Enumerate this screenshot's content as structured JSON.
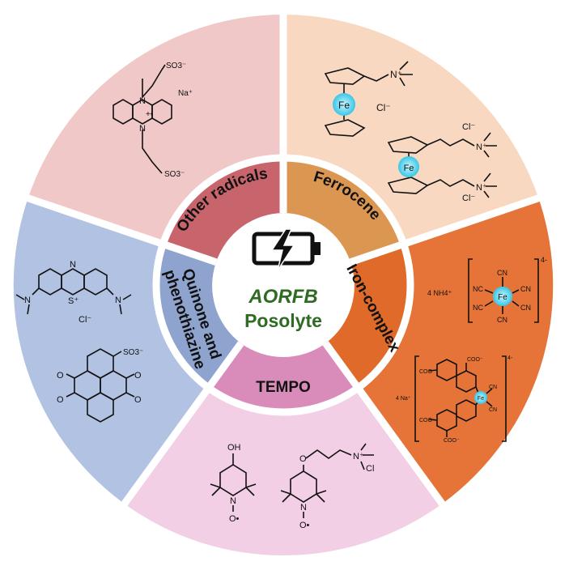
{
  "center": {
    "title": "AORFB",
    "subtitle": "Posolyte",
    "title_color": "#2f6b22",
    "subtitle_color": "#2f6b22",
    "icon": "battery-bolt-icon"
  },
  "categories": [
    {
      "id": "other-radicals",
      "label": "Other radicals",
      "inner_color": "#c8646c",
      "outer_color": "#f0c8c8"
    },
    {
      "id": "ferrocene",
      "label": "Ferrocene",
      "inner_color": "#db9752",
      "outer_color": "#f8d8c0"
    },
    {
      "id": "iron-complex",
      "label": "Iron-complex",
      "inner_color": "#e06a2a",
      "outer_color": "#e67438"
    },
    {
      "id": "tempo",
      "label": "TEMPO",
      "inner_color": "#d98cba",
      "outer_color": "#f2cfe4"
    },
    {
      "id": "quinone-phenothiazine",
      "label_line1": "Quinone and",
      "label_line2": "phenothiazine",
      "inner_color": "#8ea4cf",
      "outer_color": "#b2c2e2"
    }
  ],
  "molecules": {
    "radical": {
      "sulfonate_top": "SO3⁻",
      "sulfonate_bottom": "SO3⁻",
      "counterion": "Na⁺",
      "n_top": "N",
      "n_bottom": "N",
      "charge": "+•"
    },
    "ferrocene_1": {
      "metal": "Fe",
      "amine": "N⁺",
      "counterion": "Cl⁻"
    },
    "ferrocene_2": {
      "metal": "Fe",
      "amine_top": "N⁺",
      "amine_bottom": "N⁺",
      "counterion_top": "Cl⁻",
      "counterion_bottom": "Cl⁻"
    },
    "ferricyanide": {
      "metal": "Fe",
      "ligand": "CN",
      "ligand_left": "NC",
      "counterion": "4 NH4⁺",
      "charge": "4-"
    },
    "bipyridyl_complex": {
      "metal": "Fe",
      "ligand": "CN",
      "carboxylate": "COO⁻",
      "counterion": "4 Na⁺",
      "charge": "4-"
    },
    "methylene_blue": {
      "heteroatom_s": "S⁺",
      "nitrogen": "N",
      "counterion": "Cl⁻"
    },
    "pyrene_quinone": {
      "sulfonate": "SO3⁻",
      "oxygen": "O"
    },
    "tempo_oh": {
      "hydroxyl": "OH",
      "nitrogen": "N",
      "radical_oxygen": "O•"
    },
    "tempo_tma": {
      "ether_oxygen": "O",
      "nitrogen": "N",
      "radical_oxygen": "O•",
      "ammonium": "N⁺",
      "counterion": "Cl"
    }
  }
}
